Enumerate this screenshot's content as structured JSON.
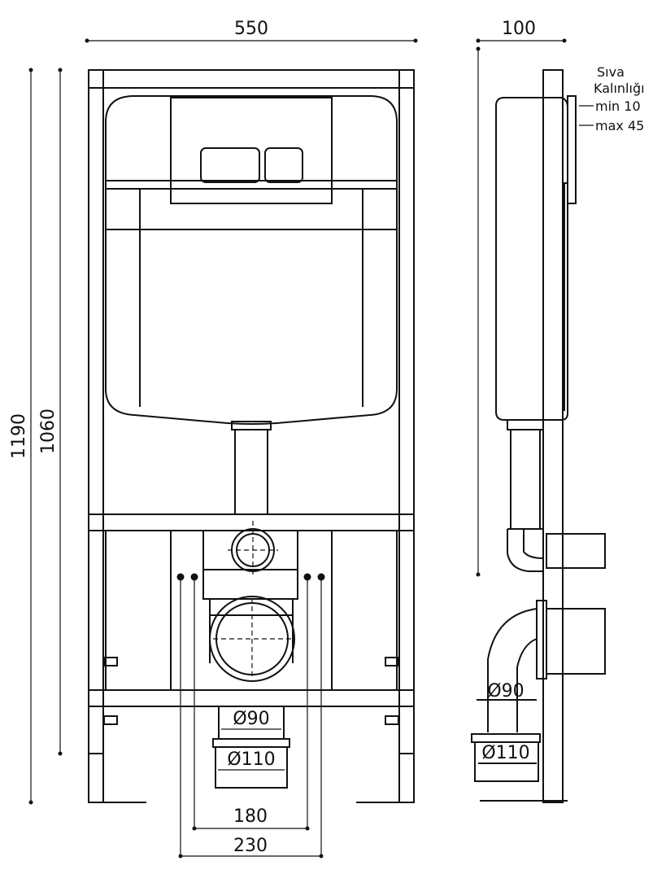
{
  "front_view": {
    "width_label": "550",
    "height_total_label": "1190",
    "height_frame_label": "1060",
    "outlet_small_label": "Ø90",
    "outlet_large_label": "Ø110",
    "bolt_spacing_inner_label": "180",
    "bolt_spacing_outer_label": "230"
  },
  "side_view": {
    "depth_label": "100",
    "plaster_title_line1": "Sıva",
    "plaster_title_line2": "Kalınlığı",
    "plaster_min_label": "min 10",
    "plaster_max_label": "max 45",
    "outlet_small_label": "Ø90",
    "outlet_large_label": "Ø110"
  }
}
